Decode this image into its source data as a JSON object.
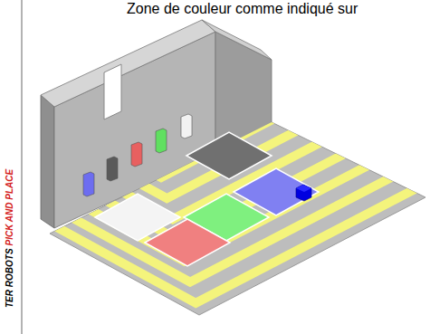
{
  "diagram": {
    "labels": [
      "Zone de couleur comme indiqué sur",
      "TER ROBOTS",
      "PICK AND PLACE"
    ]
  }
}
